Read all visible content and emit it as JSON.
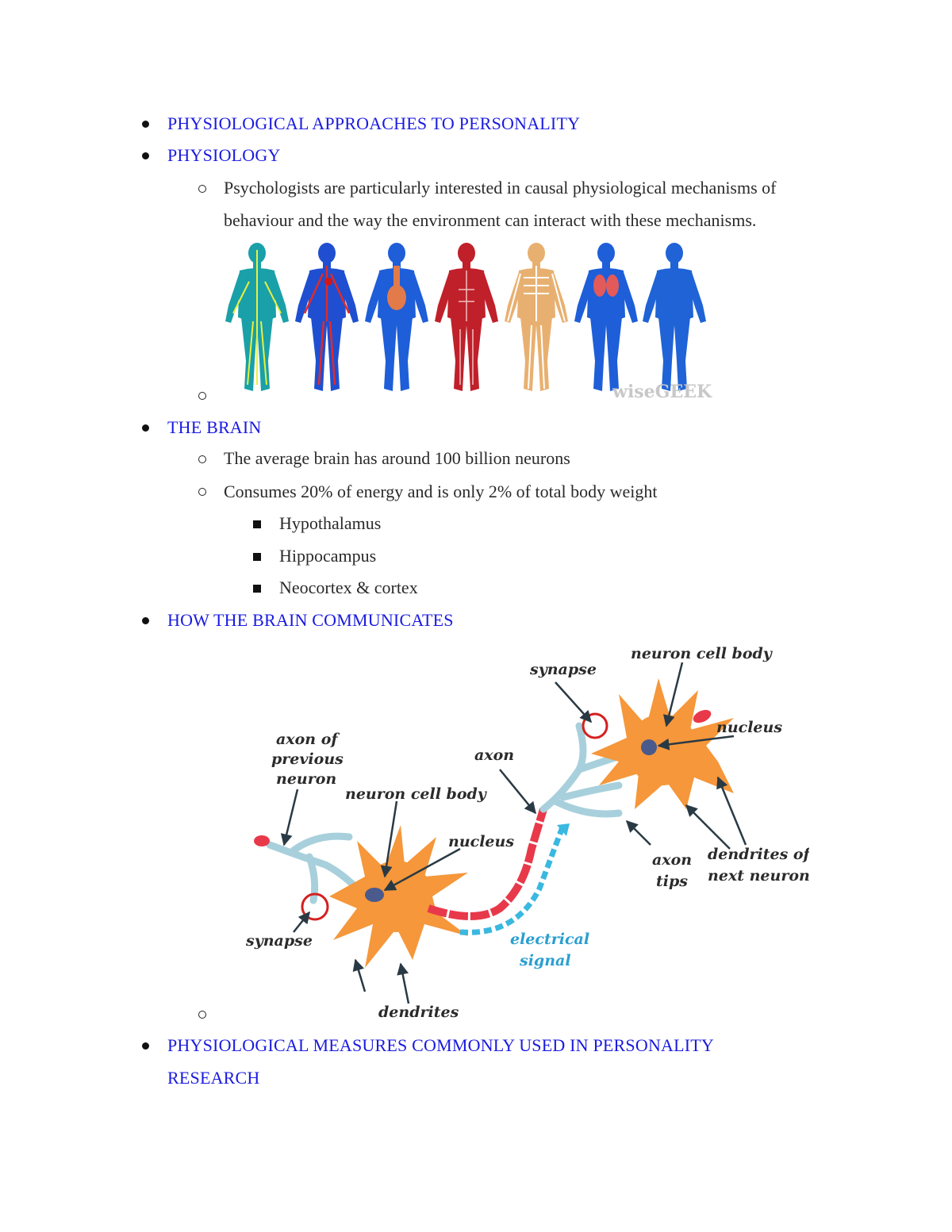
{
  "sections": {
    "heading1": "PHYSIOLOGICAL APPROACHES TO PERSONALITY",
    "heading2": "PHYSIOLOGY",
    "physiology_text_line1": "Psychologists are particularly interested in causal physiological mechanisms of",
    "physiology_text_line2": "behaviour and the way the environment can interact with these mechanisms.",
    "heading3": "THE BRAIN",
    "brain_item1": "The average brain has around 100 billion neurons",
    "brain_item2": "Consumes 20% of energy and is only 2% of total body weight",
    "brain_sub1": "Hypothalamus",
    "brain_sub2": "Hippocampus",
    "brain_sub3": "Neocortex & cortex",
    "heading4": "HOW THE BRAIN COMMUNICATES",
    "heading5_line1": "PHYSIOLOGICAL MEASURES COMMONLY USED IN PERSONALITY",
    "heading5_line2": "RESEARCH"
  },
  "body_image": {
    "watermark": "wiseGEEK",
    "colors": [
      "#1aa0a8",
      "#1f4fd0",
      "#1e5ed8",
      "#c0202a",
      "#e8b070",
      "#1e5ed8",
      "#1f63d6"
    ]
  },
  "neuron_diagram": {
    "labels": {
      "axon_prev_1": "axon of",
      "axon_prev_2": "previous",
      "axon_prev_3": "neuron",
      "cell_body_left": "neuron cell body",
      "nucleus_left": "nucleus",
      "synapse_left": "synapse",
      "dendrites": "dendrites",
      "axon": "axon",
      "electrical_1": "electrical",
      "electrical_2": "signal",
      "synapse_right": "synapse",
      "cell_body_right": "neuron cell body",
      "nucleus_right": "nucleus",
      "axon_tips_1": "axon",
      "axon_tips_2": "tips",
      "dendrites_next_1": "dendrites of",
      "dendrites_next_2": "next neuron"
    },
    "colors": {
      "cell": "#f5973a",
      "axon": "#e8394a",
      "dendrite": "#a8d0dc",
      "signal": "#39b8e0",
      "ring": "#d42020",
      "nucleus": "#4a5a8c"
    }
  }
}
